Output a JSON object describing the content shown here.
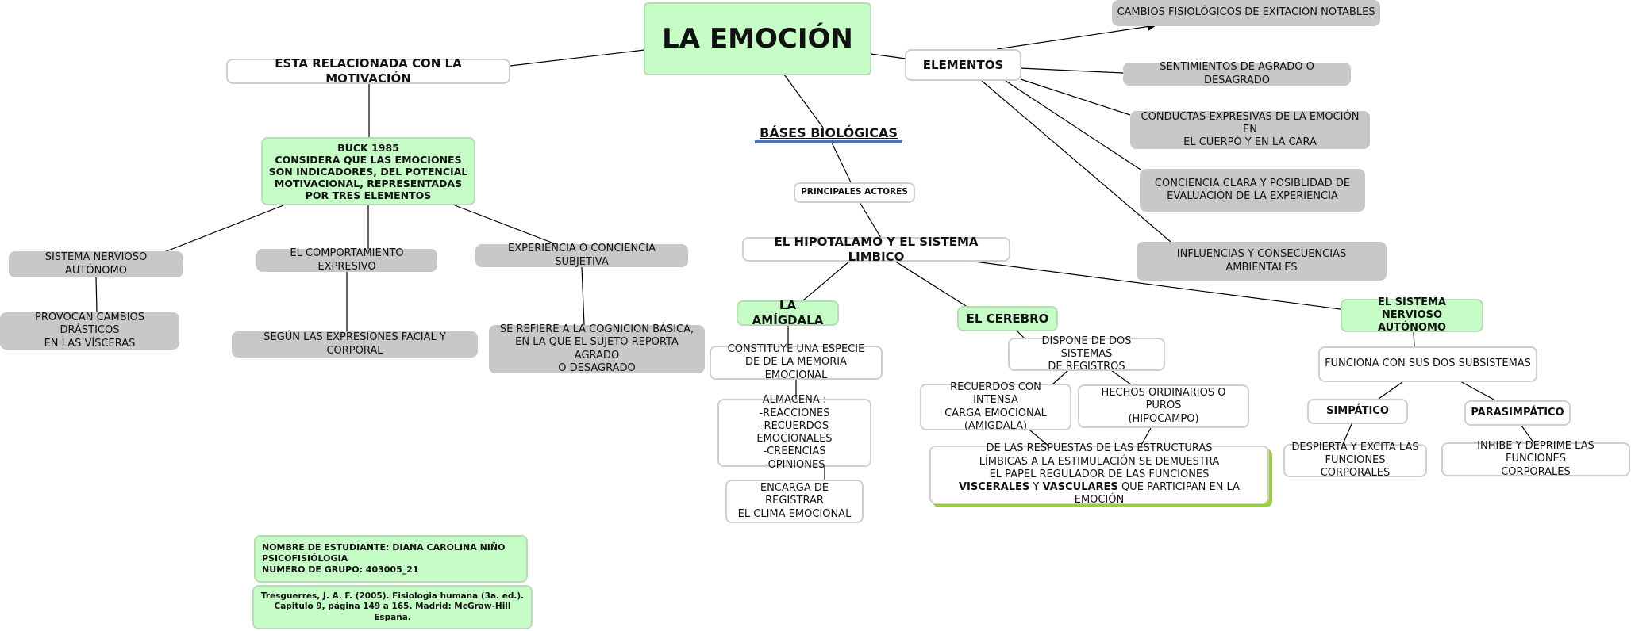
{
  "title": "LA EMOCIÓN",
  "motivacion": "ESTA RELACIONADA CON LA MOTIVACIÓN",
  "buck": "BUCK 1985\nCONSIDERA QUE LAS EMOCIONES\nSON INDICADORES, DEL POTENCIAL\nMOTIVACIONAL, REPRESENTADAS\nPOR TRES ELEMENTOS",
  "snc": "SISTEMA NERVIOSO AUTÓNOMO",
  "snc_child": "PROVOCAN CAMBIOS DRÁSTICOS\nEN LAS VÍSCERAS",
  "comportamiento": "EL COMPORTAMIENTO EXPRESIVO",
  "comportamiento_child": "SEGÚN LAS EXPRESIONES FACIAL Y CORPORAL",
  "experiencia": "EXPERIENCIA O CONCIENCIA SUBJETIVA",
  "experiencia_child": "SE REFIERE A LA COGNICION BÁSICA,\nEN LA QUE EL SUJETO REPORTA AGRADO\nO DESAGRADO",
  "bases": "BÁSES BIOLÓGICAS",
  "actores": "PRINCIPALES ACTORES",
  "hipotalamo": "EL HIPOTALAMO Y EL SISTEMA LIMBICO",
  "amigdala": "LA AMÍGDALA",
  "amig1": "CONSTITUYE UNA ESPECIE\nDE DE LA MEMORIA EMOCIONAL",
  "amig2": "ALMACENA :\n-REACCIONES\n-RECUERDOS EMOCIONALES\n-CREENCIAS\n-OPINIONES",
  "amig3": "ENCARGA DE REGISTRAR\nEL CLIMA EMOCIONAL",
  "cerebro": "EL CEREBRO",
  "cer1": "DISPONE DE DOS SISTEMAS\nDE REGISTROS",
  "cer2": "RECUERDOS CON INTENSA\nCARGA EMOCIONAL\n(AMIGDALA)",
  "cer3": "HECHOS ORDINARIOS O PUROS\n(HIPOCAMPO)",
  "cer4": {
    "line1": "DE LAS RESPUESTAS DE LAS ESTRUCTURAS",
    "line2": "LÍMBICAS A LA ESTIMULACIÓN SE DEMUESTRA",
    "line3": "EL PAPEL REGULADOR DE LAS FUNCIONES",
    "b1": "VISCERALES",
    "y": " Y ",
    "b2": "VASCULARES",
    "rest": " QUE PARTICIPAN EN LA EMOCIÓN"
  },
  "sna": "EL SISTEMA NERVIOSO\nAUTÓNOMO",
  "sna1": "FUNCIONA CON SUS DOS SUBSISTEMAS",
  "simpatico": "SIMPÁTICO",
  "simp_child": "DESPIERTA Y EXCITA LAS\nFUNCIONES CORPORALES",
  "parasimpatico": "PARASIMPÁTICO",
  "para_child": "INHIBE Y DEPRIME LAS FUNCIONES\nCORPORALES",
  "elementos": "ELEMENTOS",
  "el1": "CAMBIOS  FISIOLÓGICOS DE EXITACION NOTABLES",
  "el2": "SENTIMIENTOS DE AGRADO O DESAGRADO",
  "el3": "CONDUCTAS EXPRESIVAS DE LA EMOCIÓN EN\nEL CUERPO Y EN LA CARA",
  "el4": "CONCIENCIA CLARA Y POSIBLIDAD DE\nEVALUACIÓN DE LA EXPERIENCIA",
  "el5": "INFLUENCIAS Y CONSECUENCIAS AMBIENTALES",
  "student": "NOMBRE DE ESTUDIANTE: DIANA CAROLINA NIÑO\nPSICOFISIÓLOGIA\nNUMERO DE GRUPO: 403005_21",
  "reference": "Tresguerres, J. A. F. (2005). Fisiologia humana (3a. ed.).\nCapitulo 9, página 149 a 165. Madrid: McGraw-Hill España."
}
